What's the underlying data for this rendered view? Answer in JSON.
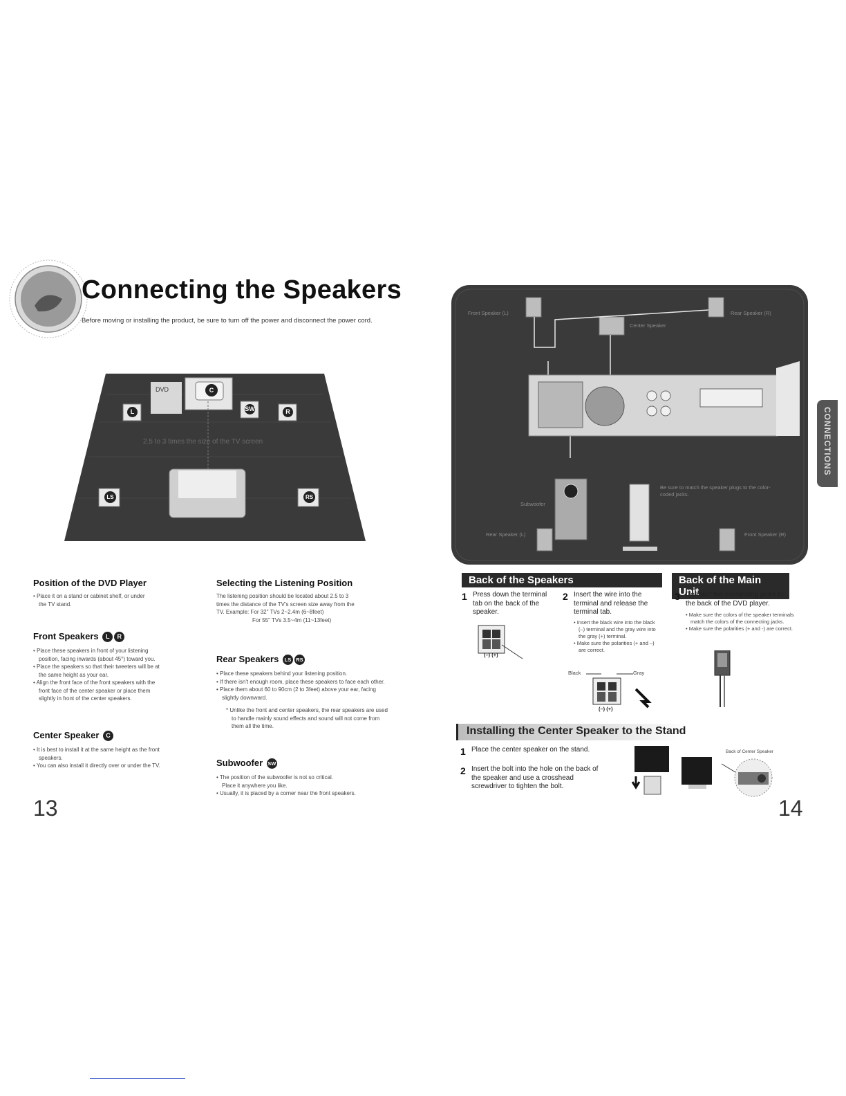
{
  "header": {
    "title": "Connecting the Speakers",
    "subtitle": "Before moving or installing the product, be sure to turn off the power and disconnect the power cord."
  },
  "room_diagram": {
    "dvd_label": "DVD",
    "speakers": {
      "left": "L",
      "center": "C",
      "subwoofer": "SW",
      "right": "R",
      "rear_left": "LS",
      "rear_right": "RS"
    },
    "distance_label": "2.5 to 3 times the size of the TV screen"
  },
  "connection_diagram": {
    "labels": {
      "front_left": "Front Speaker (L)",
      "rear_right": "Rear Speaker (R)",
      "center": "Center Speaker",
      "subwoofer": "Subwoofer",
      "note": "Be sure to match the speaker plugs to the color-coded jacks.",
      "front_right": "Front Speaker (R)",
      "rear_left": "Rear Speaker (L)"
    }
  },
  "sections": {
    "dvd_position": {
      "heading": "Position of the DVD Player",
      "bullets": [
        "• Place it on a stand or cabinet shelf, or under",
        "the TV stand."
      ]
    },
    "front": {
      "heading": "Front Speakers",
      "badges": [
        "L",
        "R"
      ],
      "bullets": [
        "• Place these speakers in front of your listening",
        "position, facing inwards (about 45°) toward you.",
        "• Place the speakers so that their tweeters will be at",
        "the same height as your ear.",
        "• Align the front face of the front speakers with the",
        "front face of the center speaker or place them",
        "slightly in front of the center speakers."
      ]
    },
    "center": {
      "heading": "Center Speaker",
      "badges": [
        "C"
      ],
      "bullets": [
        "• It is best to install it at the same height as the front",
        "speakers.",
        "• You can also install it directly over or under the TV."
      ]
    },
    "listening": {
      "heading": "Selecting the Listening Position",
      "lines": [
        "The listening position should be located about 2.5 to 3",
        "times the distance of the TV's screen size away from the",
        "TV. Example: For 32\" TVs 2~2.4m (6~8feet)",
        "For 55\" TVs 3.5~4m (11~13feet)"
      ]
    },
    "rear": {
      "heading": "Rear Speakers",
      "badges": [
        "LS",
        "RS"
      ],
      "bullets": [
        "• Place these speakers behind your listening position.",
        "• If there isn't enough room, place these speakers to face each other.",
        "• Place them about 60 to 90cm (2 to 3feet) above your ear, facing",
        "slightly downward."
      ],
      "note": [
        "* Unlike the front and center speakers, the rear speakers are used",
        "to handle mainly sound effects and sound will not come from",
        "them all the time."
      ]
    },
    "subwoofer": {
      "heading": "Subwoofer",
      "badges": [
        "SW"
      ],
      "bullets": [
        "• The position of the subwoofer is not so critical.",
        "Place it anywhere you like.",
        "• Usually, it is placed by a corner near the front speakers."
      ]
    }
  },
  "back_speakers": {
    "bar": "Back of the Speakers",
    "step1": {
      "num": "1",
      "lines": [
        "Press down the terminal",
        "tab on the back of the",
        "speaker."
      ]
    },
    "step2": {
      "num": "2",
      "lines": [
        "Insert the wire into the",
        "terminal and release the",
        "terminal tab."
      ],
      "bullets": [
        "• Insert the black wire into the black",
        "(–) terminal and the gray wire into",
        "the gray (+) terminal.",
        "• Make sure the polarities (+ and –)",
        "are correct."
      ]
    },
    "polarity": "(–)  (+)",
    "black": "Black",
    "gray": "Gray"
  },
  "back_main": {
    "bar": "Back of the Main Unit",
    "step3": {
      "num": "3",
      "lines": [
        "Connect the connecting jacks to",
        "the back of the DVD player."
      ],
      "bullets": [
        "• Make sure the colors of the speaker terminals",
        "match the colors of the connecting jacks.",
        "• Make sure the polarities (+ and -) are correct."
      ]
    }
  },
  "install_center": {
    "heading": "Installing the Center Speaker to the Stand",
    "step1": {
      "num": "1",
      "text": "Place the center speaker on the stand."
    },
    "step2": {
      "num": "2",
      "lines": [
        "Insert the bolt into the hole on the back of",
        "the speaker and use a crosshead",
        "screwdriver to tighten the bolt."
      ]
    },
    "caption": "Back of Center Speaker"
  },
  "side_tab": "CONNECTIONS",
  "page_numbers": {
    "left": "13",
    "right": "14"
  }
}
